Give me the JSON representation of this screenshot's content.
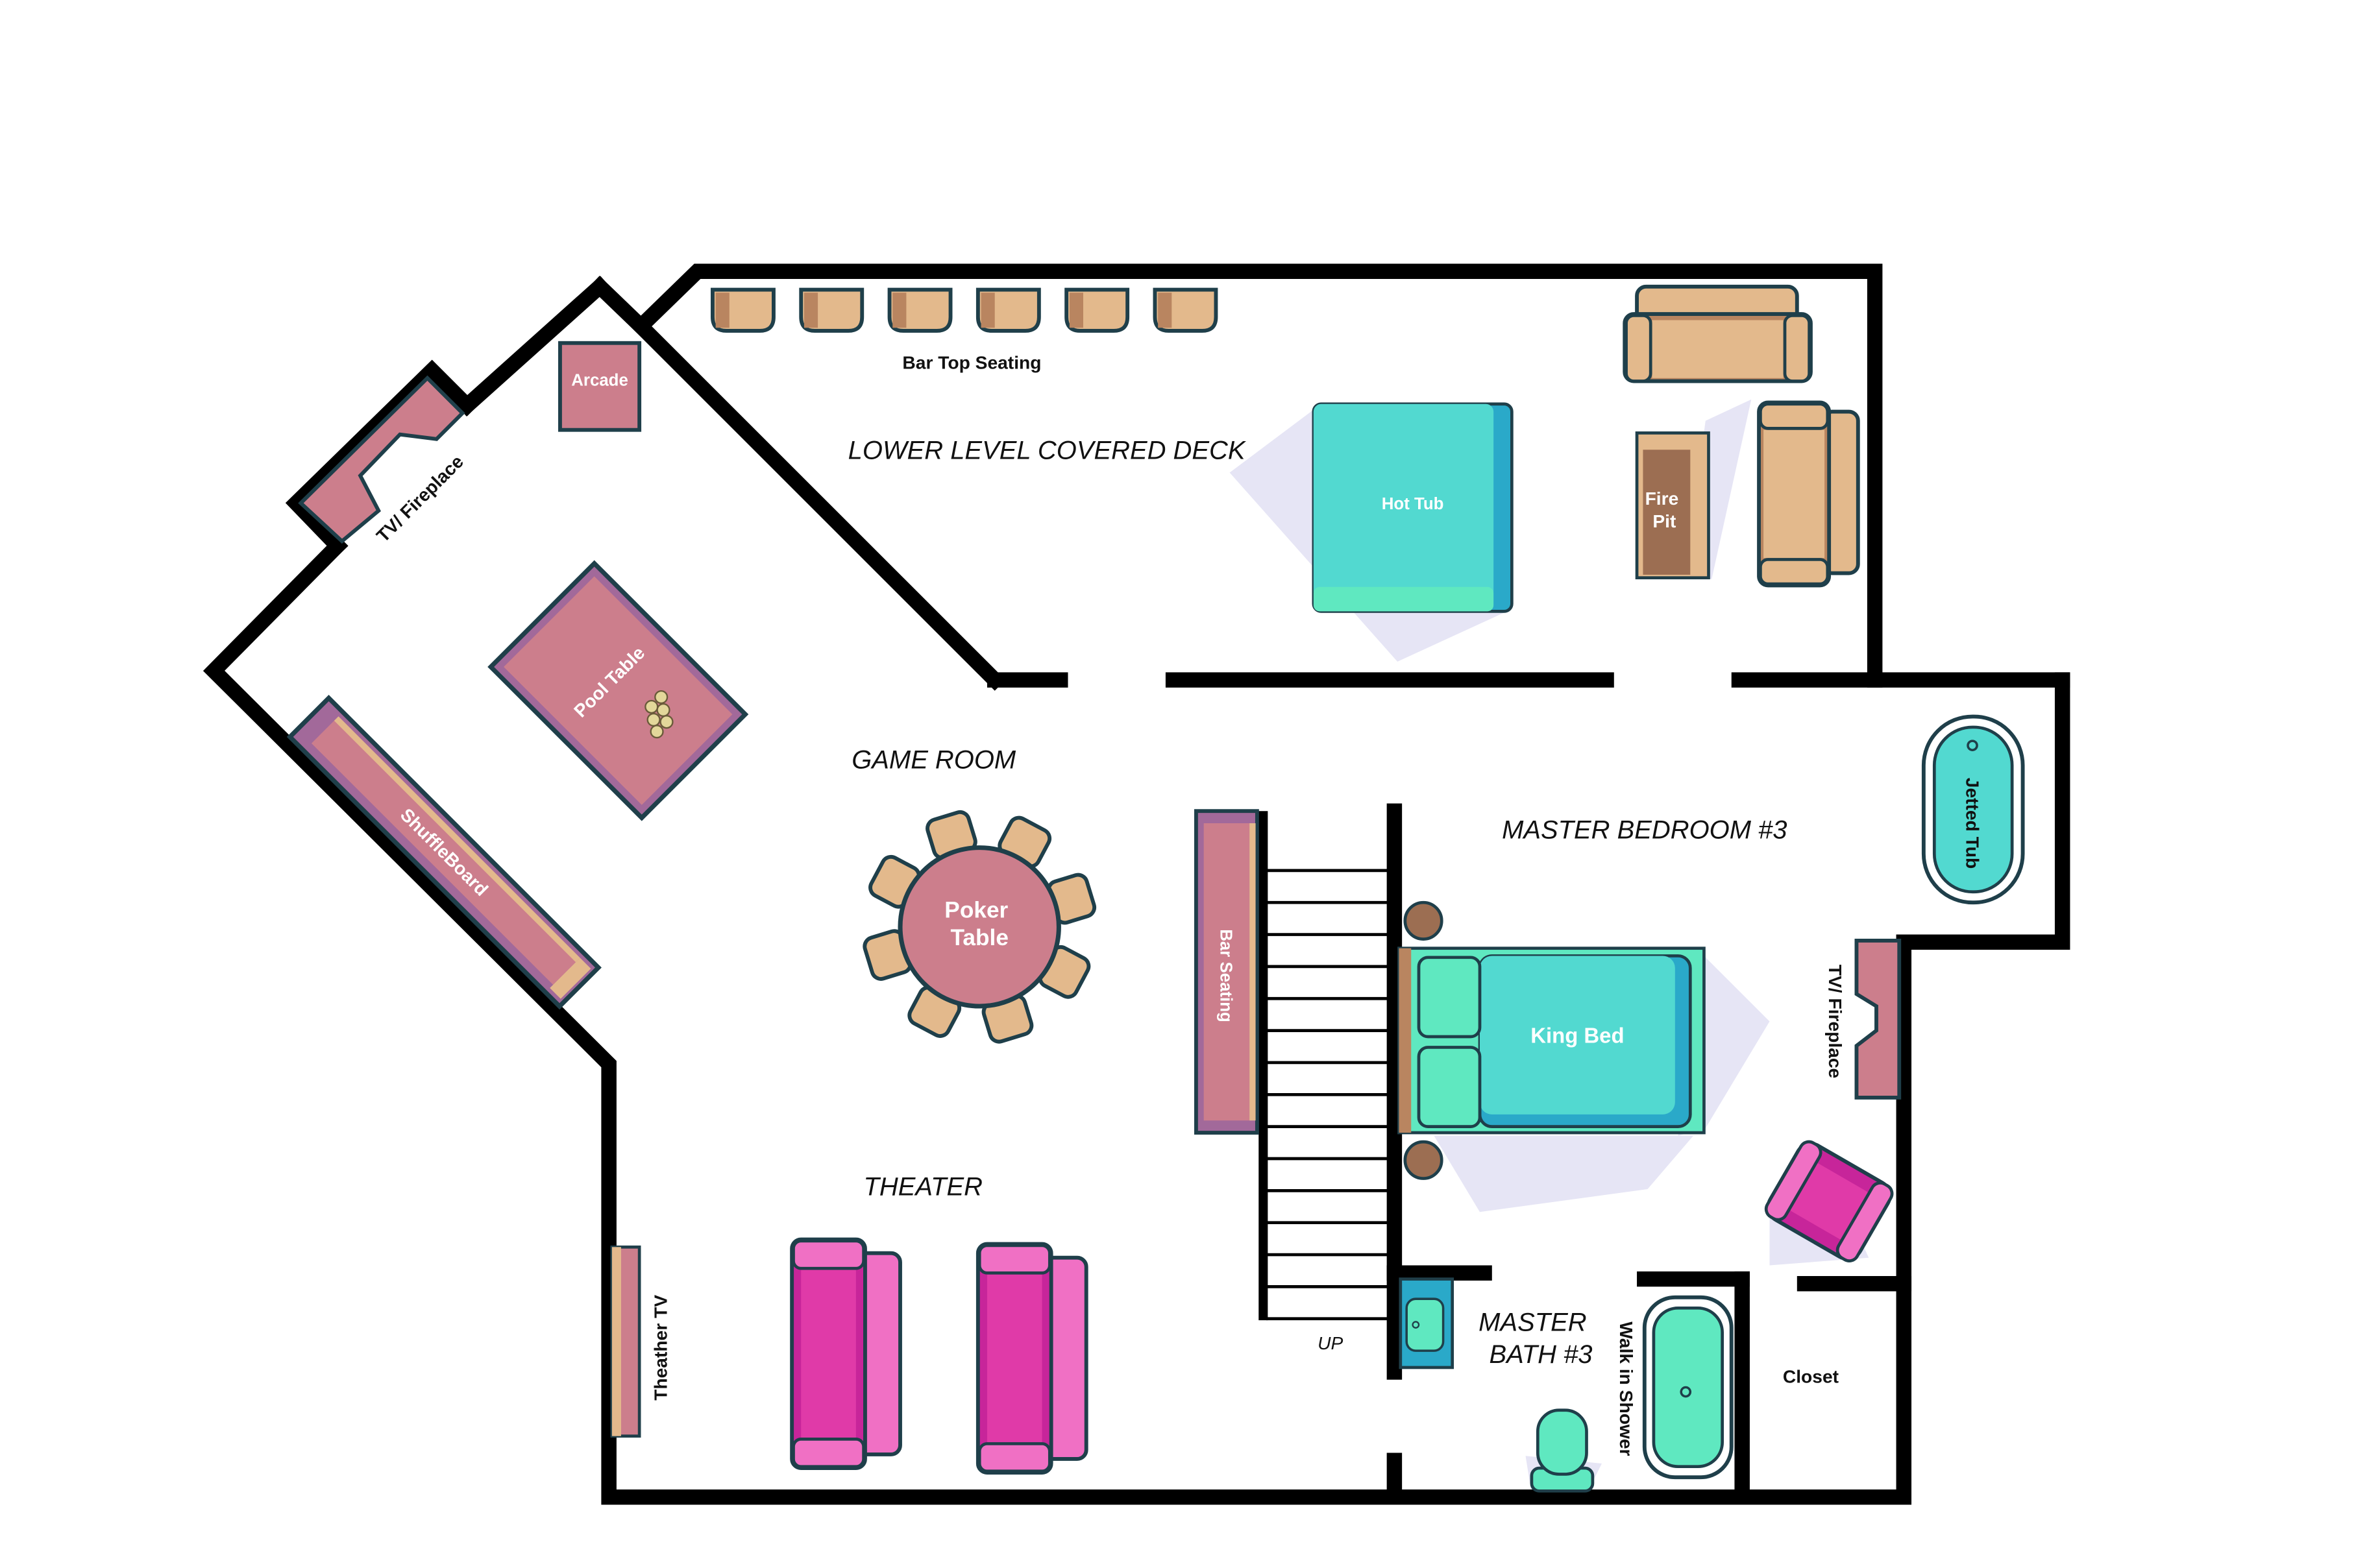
{
  "rooms": {
    "deck": "LOWER LEVEL COVERED DECK",
    "game_room": "GAME ROOM",
    "theater": "THEATER",
    "master_bedroom": "MASTER BEDROOM #3",
    "master_bath_line1": "MASTER",
    "master_bath_line2": "BATH #3"
  },
  "items": {
    "bar_top_seating": "Bar Top Seating",
    "hot_tub": "Hot Tub",
    "fire_pit_line1": "Fire",
    "fire_pit_line2": "Pit",
    "arcade": "Arcade",
    "tv_fireplace_left": "TV/ Fireplace",
    "pool_table": "Pool Table",
    "shuffleboard": "ShuffleBoard",
    "poker_table_line1": "Poker",
    "poker_table_line2": "Table",
    "bar_seating": "Bar Seating",
    "king_bed": "King Bed",
    "jetted_tub": "Jetted Tub",
    "tv_fireplace_right": "TV/ Fireplace",
    "theater_tv": "Theather TV",
    "walk_in_shower": "Walk in Shower",
    "closet": "Closet",
    "stairs_up": "UP"
  },
  "colors": {
    "wall": "#000000",
    "tan": "#e3b98c",
    "tan_dark": "#b98560",
    "rose": "#cc7e8c",
    "rose_dark": "#a2699a",
    "teal": "#52d9d0",
    "teal_dark": "#2aa9c9",
    "magenta": "#e03aa8",
    "magenta_light": "#f070c4",
    "brown": "#9c6e52",
    "shadow": "#e4e3f4"
  }
}
